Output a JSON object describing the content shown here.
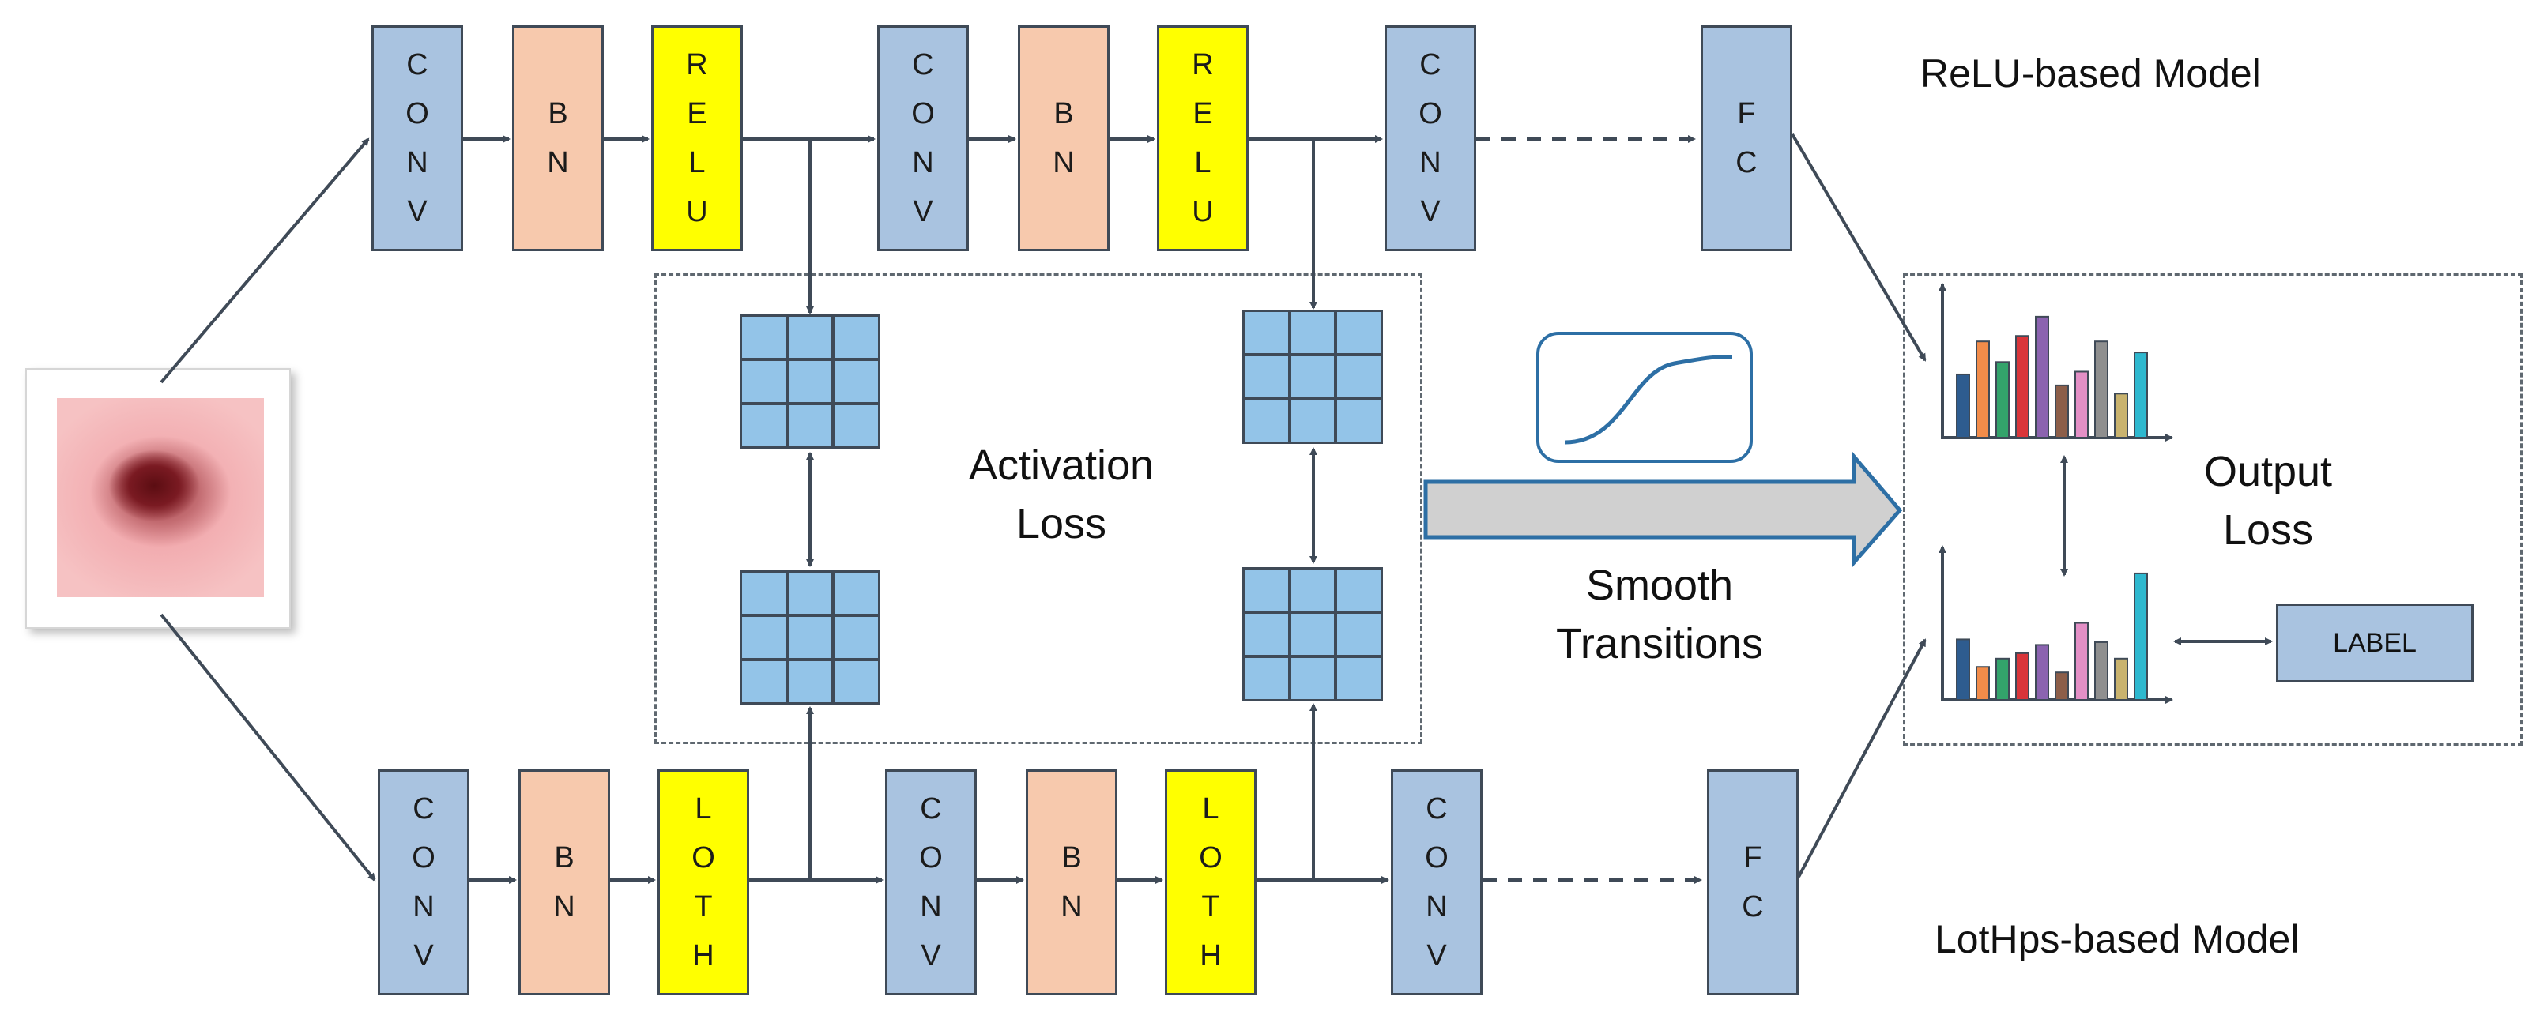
{
  "titles": {
    "relu_model": "ReLU-based Model",
    "lothps_model": "LotHps-based Model"
  },
  "top_row": [
    {
      "kind": "conv",
      "label": "CONV"
    },
    {
      "kind": "bn",
      "label": "BN"
    },
    {
      "kind": "act",
      "label": "RELU"
    },
    {
      "kind": "conv",
      "label": "CONV"
    },
    {
      "kind": "bn",
      "label": "BN"
    },
    {
      "kind": "act",
      "label": "RELU"
    },
    {
      "kind": "conv",
      "label": "CONV"
    },
    {
      "kind": "fc",
      "label": "FC"
    }
  ],
  "bottom_row": [
    {
      "kind": "conv",
      "label": "CONV"
    },
    {
      "kind": "bn",
      "label": "BN"
    },
    {
      "kind": "act",
      "label": "LOTH"
    },
    {
      "kind": "conv",
      "label": "CONV"
    },
    {
      "kind": "bn",
      "label": "BN"
    },
    {
      "kind": "act",
      "label": "LOTH"
    },
    {
      "kind": "conv",
      "label": "CONV"
    },
    {
      "kind": "fc",
      "label": "FC"
    }
  ],
  "activation_loss": {
    "line1": "Activation",
    "line2": "Loss"
  },
  "smooth_transitions": {
    "line1": "Smooth",
    "line2": "Transitions"
  },
  "output_loss": {
    "line1": "Output",
    "line2": "Loss"
  },
  "label_box": "LABEL",
  "histograms": {
    "top": [
      0.46,
      0.7,
      0.55,
      0.74,
      0.88,
      0.38,
      0.48,
      0.7,
      0.32,
      0.62
    ],
    "bottom": [
      0.44,
      0.24,
      0.3,
      0.34,
      0.4,
      0.2,
      0.56,
      0.42,
      0.3,
      0.92
    ]
  },
  "colors": {
    "conv": "#a9c3e0",
    "bn": "#f7c9ad",
    "act": "#ffff00",
    "arrow": "#3f4a57",
    "feature_cell": "#93c4e8",
    "sigmoid": "#2d6fa5",
    "big_arrow_fill": "#d0d0d0",
    "big_arrow_stroke": "#2d6fa5",
    "bars": [
      "#2e5c8f",
      "#f28c4a",
      "#33a36b",
      "#d9353a",
      "#8b63b0",
      "#8c5e49",
      "#e38fc6",
      "#8f8f8f",
      "#c9b36e",
      "#2eb8cf"
    ]
  }
}
